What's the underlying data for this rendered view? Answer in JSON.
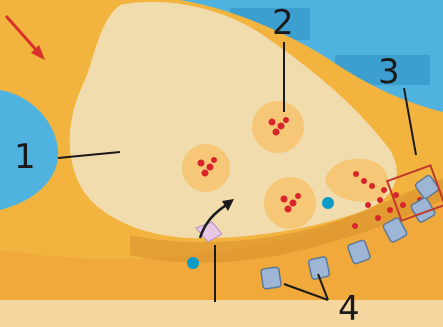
{
  "labels": {
    "one": "1",
    "two": "2",
    "three": "3",
    "four": "4"
  },
  "colors": {
    "background_blue": "#4fb2df",
    "tissue_orange": "#f3b43f",
    "terminal_cream": "#f1dcae",
    "vesicle_halo": "#f6c777",
    "neurotransmitter": "#d8252b",
    "receptor": "#9db6d6",
    "ion": "#0b9bc9",
    "arrow_red": "#d8322c",
    "label_text": "#1a1a1a"
  },
  "icons": [
    "red-arrow-icon",
    "black-arrow-icon"
  ]
}
